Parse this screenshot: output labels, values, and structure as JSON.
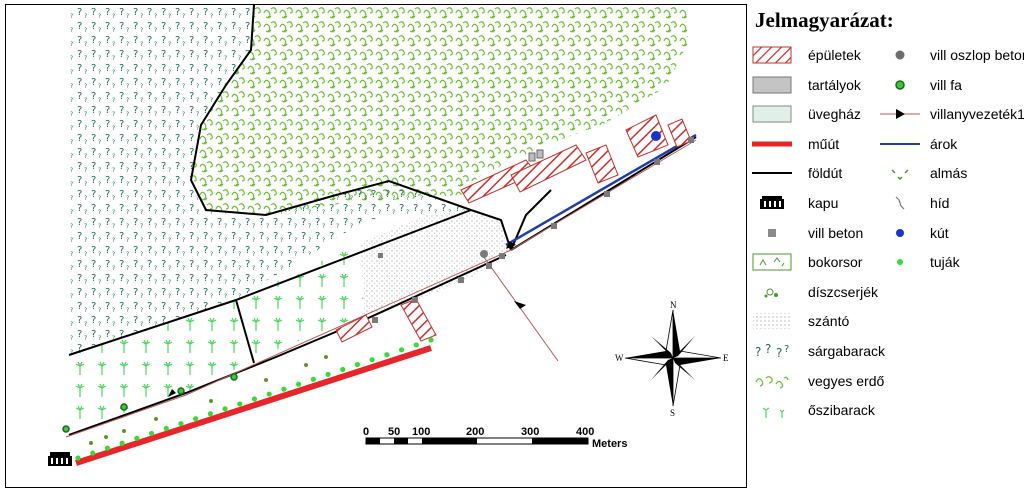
{
  "legend": {
    "title": "Jelmagyarázat:",
    "left": [
      {
        "label": "épületek",
        "symbol": "hatch-red-box"
      },
      {
        "label": "tartályok",
        "symbol": "gray-box"
      },
      {
        "label": "üvegház",
        "symbol": "pale-green-box"
      },
      {
        "label": "műút",
        "symbol": "red-thick-line"
      },
      {
        "label": "földút",
        "symbol": "black-line"
      },
      {
        "label": "kapu",
        "symbol": "gate-icon"
      },
      {
        "label": "vill beton",
        "symbol": "gray-square"
      },
      {
        "label": "bokorsor",
        "symbol": "bush-row-pattern"
      },
      {
        "label": "díszcserjék",
        "symbol": "ornamental-shrub-icon"
      },
      {
        "label": "szántó",
        "symbol": "dotted-field-pattern"
      },
      {
        "label": "sárgabarack",
        "symbol": "apricot-pattern"
      },
      {
        "label": "vegyes erdő",
        "symbol": "mixed-forest-pattern"
      },
      {
        "label": "őszibarack",
        "symbol": "peach-pattern"
      }
    ],
    "right": [
      {
        "label": "vill oszlop beton",
        "symbol": "gray-circle"
      },
      {
        "label": "vill fa",
        "symbol": "green-ringed-dot"
      },
      {
        "label": "villanyvezeték1",
        "symbol": "arrow-line"
      },
      {
        "label": "árok",
        "symbol": "blue-line"
      },
      {
        "label": "almás",
        "symbol": "apple-tree-icon"
      },
      {
        "label": "híd",
        "symbol": "bridge-icon"
      },
      {
        "label": "kút",
        "symbol": "blue-dot"
      },
      {
        "label": "tuják",
        "symbol": "green-dot"
      }
    ]
  },
  "scale_bar": {
    "ticks": [
      "0",
      "50",
      "100",
      "200",
      "300",
      "400"
    ],
    "unit": "Meters"
  },
  "compass": {
    "n": "N",
    "s": "S",
    "e": "E",
    "w": "W"
  },
  "colors": {
    "road": "#e8262a",
    "dirt_road": "#000000",
    "ditch": "#1f3ea8",
    "building_hatch": "#c9302c",
    "apricot": "#1f6b5e",
    "forest": "#6cc23a",
    "peach": "#4ad85a",
    "arable": "#b9b9b9",
    "power_line": "#b85a5a"
  }
}
